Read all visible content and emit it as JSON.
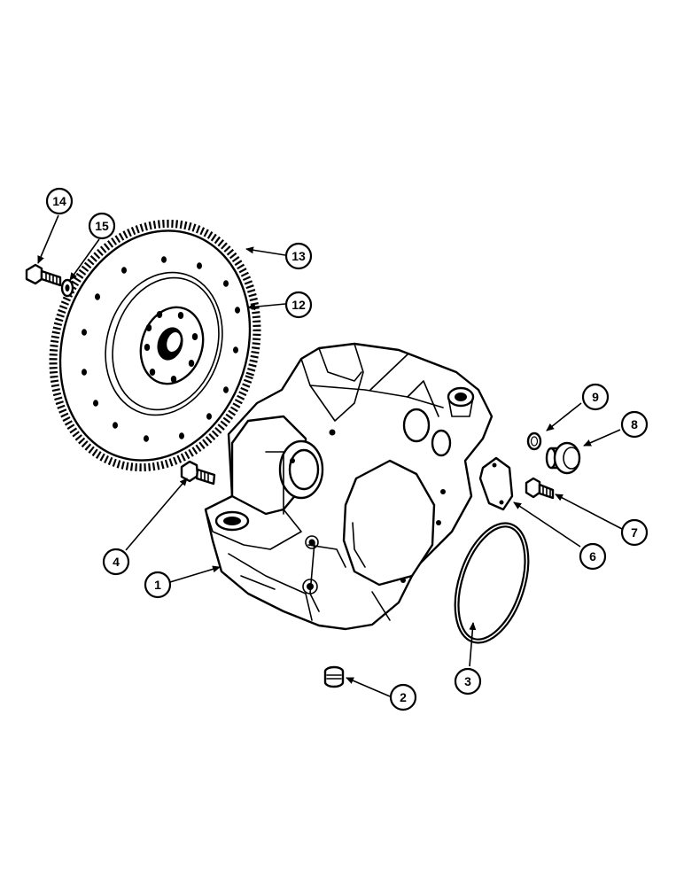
{
  "callouts": [
    {
      "id": "1",
      "label": "1"
    },
    {
      "id": "2",
      "label": "2"
    },
    {
      "id": "3",
      "label": "3"
    },
    {
      "id": "4",
      "label": "4"
    },
    {
      "id": "6",
      "label": "6"
    },
    {
      "id": "7",
      "label": "7"
    },
    {
      "id": "8",
      "label": "8"
    },
    {
      "id": "9",
      "label": "9"
    },
    {
      "id": "12",
      "label": "12"
    },
    {
      "id": "13",
      "label": "13"
    },
    {
      "id": "14",
      "label": "14"
    },
    {
      "id": "15",
      "label": "15"
    }
  ]
}
